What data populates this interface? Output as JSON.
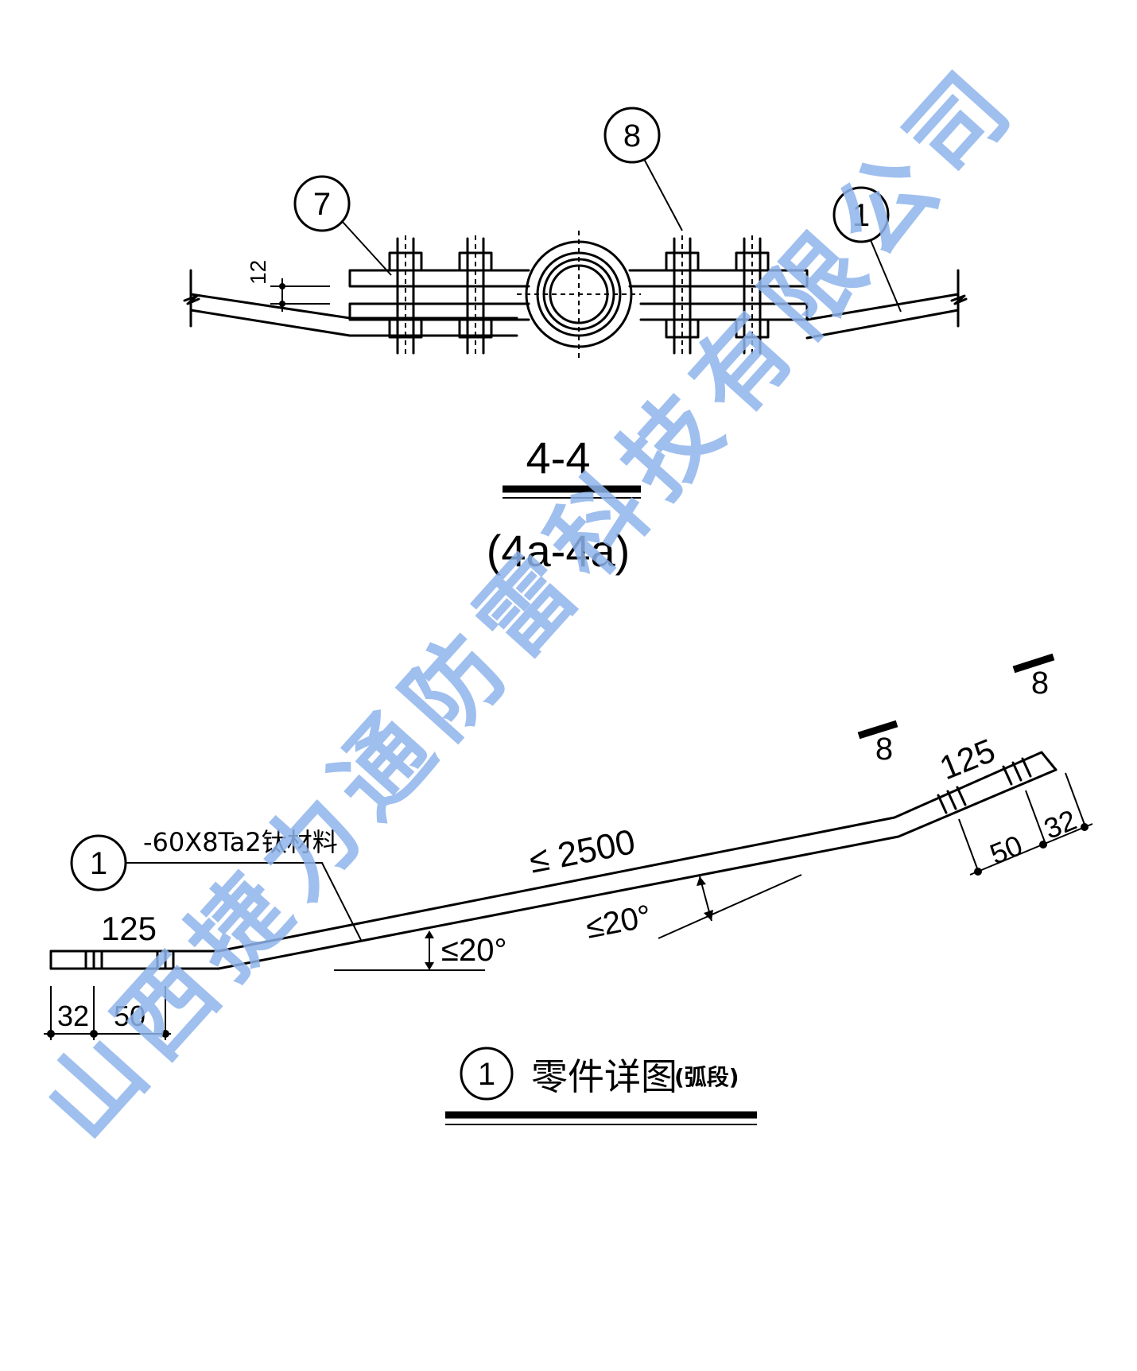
{
  "section": {
    "title": "4-4",
    "subtitle": "(4a-4a)",
    "dim_thickness": "12",
    "callouts": [
      "7",
      "8",
      "1"
    ]
  },
  "detail": {
    "callout": "1",
    "material": "-60X8Ta2钛材料",
    "length": "≤ 2500",
    "angle_left": "≤20°",
    "angle_right": "≤20°",
    "left_end": {
      "length": "125",
      "edge": "32",
      "pitch": "50"
    },
    "right_end": {
      "length": "125",
      "edge": "32",
      "pitch": "50"
    },
    "section_marks": [
      "8",
      "8"
    ],
    "caption_number": "1",
    "caption_text": "零件详图",
    "caption_note": "(弧段)"
  },
  "watermark": [
    "山",
    "西",
    "捷",
    "力",
    "通",
    "防",
    "雷",
    "科",
    "技",
    "有",
    "限",
    "公",
    "司"
  ],
  "colors": {
    "line": "#000000",
    "watermark": "#8fb4ec",
    "background": "#ffffff"
  }
}
